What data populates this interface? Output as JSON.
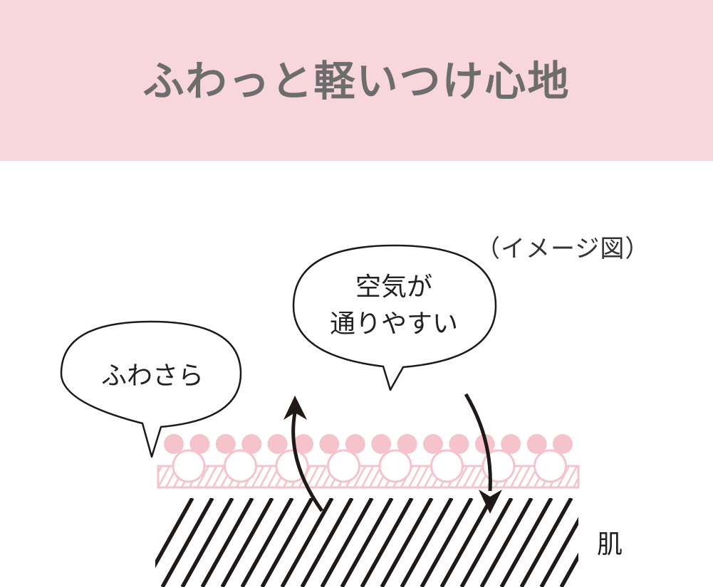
{
  "header": {
    "title": "ふわっと軽いつけ心地",
    "background": "#f7d7dc",
    "text_color": "#6d6d6d"
  },
  "diagram": {
    "note": "（イメージ図）",
    "bubble_left": "ふわさら",
    "bubble_right_line1": "空気が",
    "bubble_right_line2": "通りやすい",
    "skin_label": "肌",
    "colors": {
      "pink": "#f4c3cb",
      "line": "#1f1a17",
      "text": "#222222"
    }
  }
}
